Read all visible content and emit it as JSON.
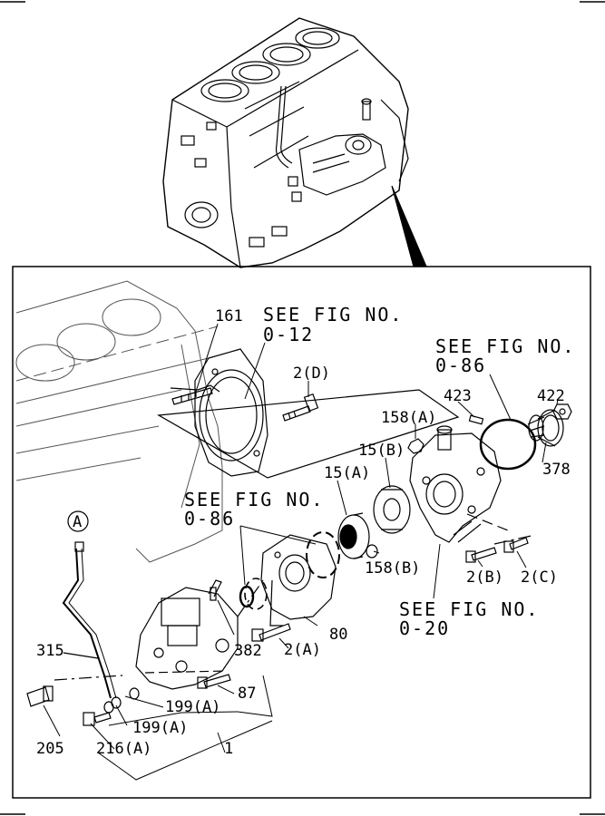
{
  "labels": {
    "p161": "161",
    "see1_a": "SEE FIG NO.",
    "see1_b": "0-12",
    "p2d": "2(D)",
    "see2_a": "SEE FIG NO.",
    "see2_b": "0-86",
    "p423": "423",
    "p422": "422",
    "p158a": "158(A)",
    "p15b": "15(B)",
    "p15a": "15(A)",
    "p378": "378",
    "see3_a": "SEE FIG NO.",
    "see3_b": "0-86",
    "circleA": "A",
    "p158b": "158(B)",
    "p2b": "2(B)",
    "p2c": "2(C)",
    "see4_a": "SEE FIG NO.",
    "see4_b": "0-20",
    "p80": "80",
    "p315": "315",
    "p382": "382",
    "p2a": "2(A)",
    "p87": "87",
    "p199a1": "199(A)",
    "p199a2": "199(A)",
    "p205": "205",
    "p216a": "216(A)",
    "p1": "1"
  }
}
